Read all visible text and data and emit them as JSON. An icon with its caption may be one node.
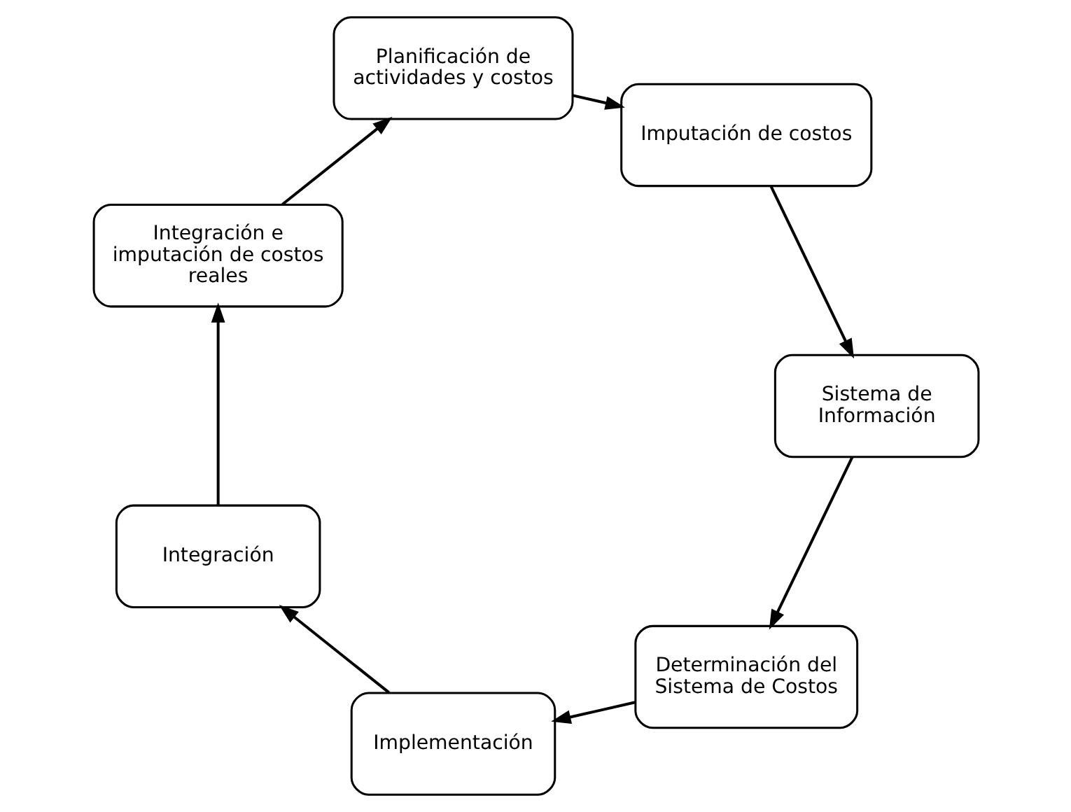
{
  "diagram": {
    "nodes": [
      {
        "text": [
          "Determinación del Sistema de Costos"
        ]
      },
      {
        "text": [
          "Implementación"
        ]
      },
      {
        "text": [
          "Integración"
        ]
      },
      {
        "text": [
          "Integración e imputación de costos reales"
        ]
      },
      {
        "text": [
          "Planificación de actividades y costos"
        ]
      },
      {
        "text": [
          "Imputación de costos"
        ]
      },
      {
        "text": [
          "Sistema de Información"
        ]
      }
    ],
    "edges": [
      {
        "from": 0,
        "to": 1,
        "arrow": "to"
      },
      {
        "from": 1,
        "to": 2,
        "arrow": "to"
      },
      {
        "from": 2,
        "to": 3,
        "arrow": "to"
      },
      {
        "from": 3,
        "to": 4,
        "arrow": "to"
      },
      {
        "from": 4,
        "to": 5,
        "arrow": "to"
      },
      {
        "from": 5,
        "to": 6,
        "arrow": "to"
      },
      {
        "from": 6,
        "to": 0,
        "arrow": "to"
      }
    ]
  }
}
